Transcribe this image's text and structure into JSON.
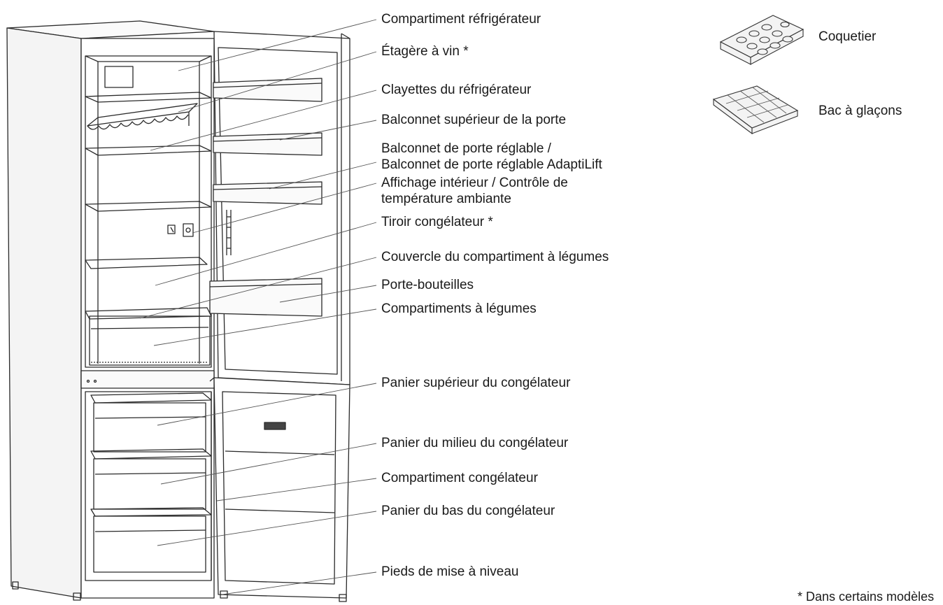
{
  "labels": [
    {
      "text": "Compartiment réfrigérateur"
    },
    {
      "text": "Étagère à vin *"
    },
    {
      "text": "Clayettes du réfrigérateur"
    },
    {
      "text": "Balconnet supérieur de la porte"
    },
    {
      "text": "Balconnet de porte réglable /"
    },
    {
      "text": "Balconnet de porte réglable AdaptiLift"
    },
    {
      "text": "Affichage intérieur / Contrôle de"
    },
    {
      "text": "température ambiante"
    },
    {
      "text": "Tiroir congélateur *"
    },
    {
      "text": "Couvercle du compartiment à légumes"
    },
    {
      "text": "Porte-bouteilles"
    },
    {
      "text": "Compartiments à légumes"
    },
    {
      "text": "Panier supérieur du congélateur"
    },
    {
      "text": "Panier du milieu du congélateur"
    },
    {
      "text": "Compartiment congélateur"
    },
    {
      "text": "Panier du bas du congélateur"
    },
    {
      "text": "Pieds de mise à niveau"
    }
  ],
  "accessories": [
    {
      "text": "Coquetier",
      "icon": "egg-tray-icon"
    },
    {
      "text": "Bac à glaçons",
      "icon": "ice-tray-icon"
    }
  ],
  "footnote": "* Dans certains modèles"
}
